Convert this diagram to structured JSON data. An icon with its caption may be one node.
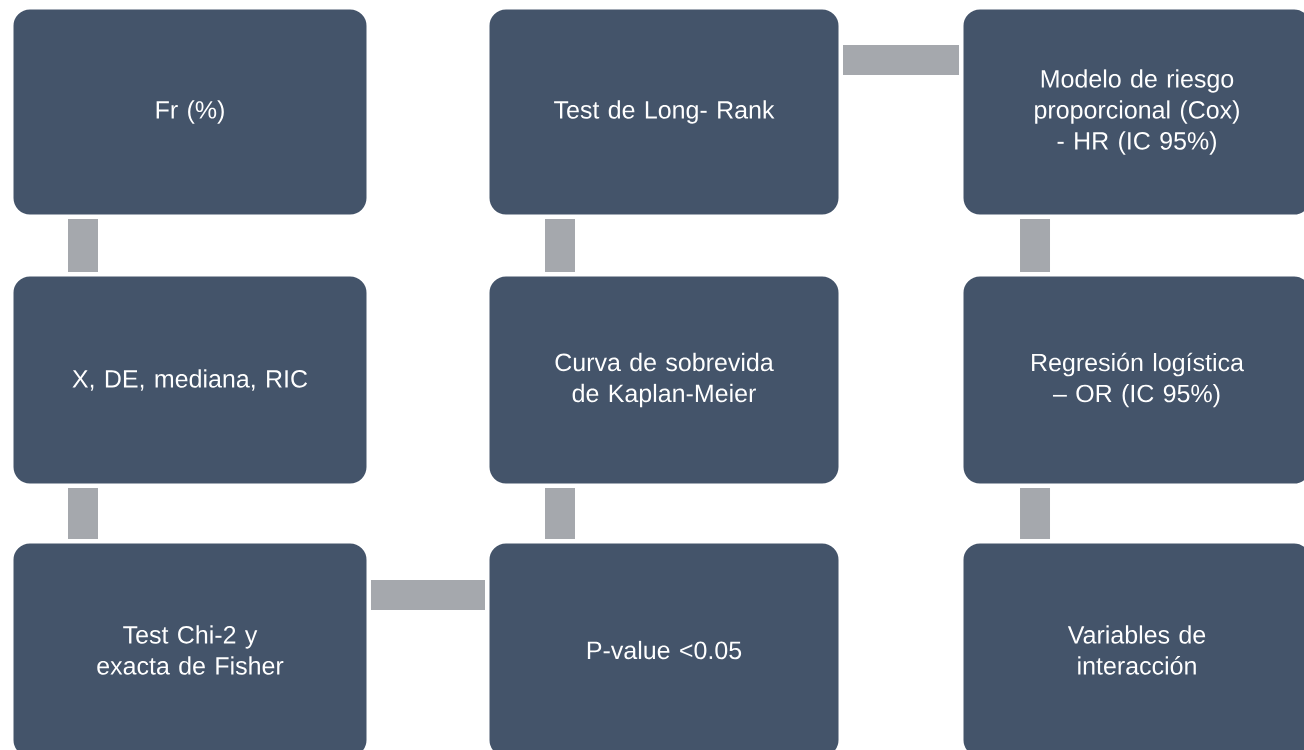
{
  "diagram": {
    "nodes": [
      {
        "text": [
          "Fr (%)"
        ]
      },
      {
        "text": [
          "Test de Long- Rank"
        ]
      },
      {
        "text": [
          "Modelo de riesgo proporcional (Cox) - HR (IC 95%)"
        ]
      },
      {
        "text": [
          "X, DE, mediana, RIC"
        ]
      },
      {
        "text": [
          "Curva de sobrevida de Kaplan-Meier"
        ]
      },
      {
        "text": [
          "Regresión logística – OR (IC 95%)"
        ]
      },
      {
        "text": [
          "Test Chi-2 y exacta de Fisher"
        ]
      },
      {
        "text": [
          "P-value <0.05"
        ]
      },
      {
        "text": [
          "Variables de interacción"
        ]
      }
    ],
    "edges": [
      {
        "from": 0,
        "to": 3,
        "arrow": "none"
      },
      {
        "from": 3,
        "to": 6,
        "arrow": "none"
      },
      {
        "from": 6,
        "to": 7,
        "arrow": "none"
      },
      {
        "from": 7,
        "to": 4,
        "arrow": "none"
      },
      {
        "from": 4,
        "to": 1,
        "arrow": "none"
      },
      {
        "from": 1,
        "to": 2,
        "arrow": "none"
      },
      {
        "from": 2,
        "to": 5,
        "arrow": "none"
      },
      {
        "from": 5,
        "to": 8,
        "arrow": "none"
      }
    ]
  }
}
